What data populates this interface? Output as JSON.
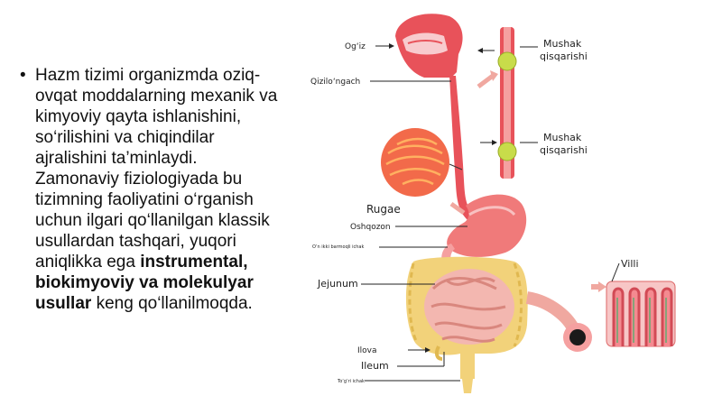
{
  "slide": {
    "bullet": "•",
    "paragraph": {
      "intro": "Hazm tizimi organizmda oziq-ovqat moddalarning mexanik va kimyoviy qayta ishlanishini, so‘rilishini va chiqindilar ajralishini ta’minlaydi. Zamonaviy fiziologiyada bu tizimning faoliyatini o‘rganish uchun ilgari qo‘llanilgan klassik usullardan tashqari, yuqori aniqlikka ega ",
      "bold": "instrumental, biokimyoviy va molekulyar usullar",
      "outro": " keng qo‘llanilmoqda."
    }
  },
  "diagram": {
    "labels": {
      "mouth": "Og‘iz",
      "esophagus": "Qizilo‘ngach",
      "contraction_top_1": "Mushak",
      "contraction_top_2": "qisqarishi",
      "contraction_bottom_1": "Mushak",
      "contraction_bottom_2": "qisqarishi",
      "rugae": "Rugae",
      "stomach": "Oshqozon",
      "duodenum": "O‘n ikki barmoqli ichak",
      "jejunum": "Jejunum",
      "villi": "Villi",
      "ileum_uz": "Ilova",
      "ileum": "Ileum",
      "rectum": "To‘g‘ri ichak"
    },
    "colors": {
      "tract_red": "#e8525a",
      "tract_light": "#f5a0a0",
      "bolus": "#c8dc4a",
      "large_intestine": "#f2d27a",
      "small_intestine": "#f3b7b0",
      "arrow": "#f0a8a0"
    }
  }
}
